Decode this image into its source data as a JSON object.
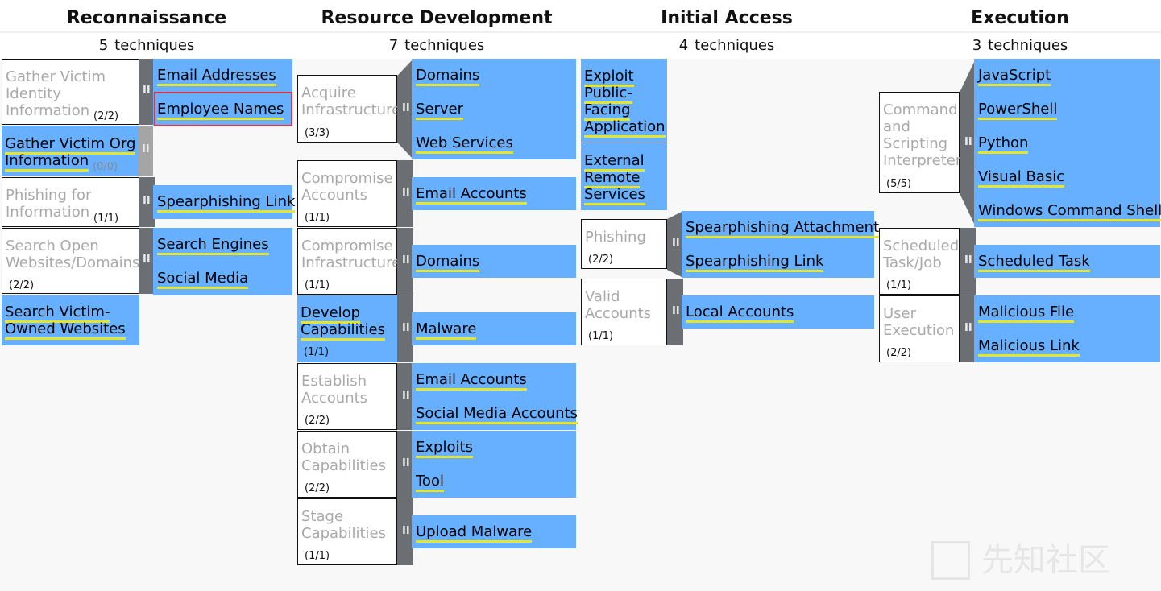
{
  "tactics": [
    {
      "name": "Reconnaissance",
      "count": "5",
      "count_label": "techniques"
    },
    {
      "name": "Resource Development",
      "count": "7",
      "count_label": "techniques"
    },
    {
      "name": "Initial Access",
      "count": "4",
      "count_label": "techniques"
    },
    {
      "name": "Execution",
      "count": "3",
      "count_label": "techniques"
    }
  ],
  "recon": {
    "t1": {
      "name": [
        "Gather Victim",
        "Identity",
        "Information"
      ],
      "ratio": "(2/2)",
      "subs": [
        "Email Addresses",
        "Employee Names"
      ]
    },
    "t2": {
      "name": [
        "Gather Victim Org",
        "Information"
      ],
      "ratio": "(0/0)"
    },
    "t3": {
      "name": [
        "Phishing for",
        "Information"
      ],
      "ratio": "(1/1)",
      "subs": [
        "Spearphishing Link"
      ]
    },
    "t4": {
      "name": [
        "Search Open",
        "Websites/Domains"
      ],
      "ratio": "(2/2)",
      "subs": [
        "Search Engines",
        "Social Media"
      ]
    },
    "t5": {
      "name": [
        "Search Victim-",
        "Owned Websites"
      ]
    }
  },
  "resdev": {
    "t1": {
      "name": [
        "Acquire",
        "Infrastructure"
      ],
      "ratio": "(3/3)",
      "subs": [
        "Domains",
        "Server",
        "Web Services"
      ]
    },
    "t2": {
      "name": [
        "Compromise",
        "Accounts"
      ],
      "ratio": "(1/1)",
      "subs": [
        "Email Accounts"
      ]
    },
    "t3": {
      "name": [
        "Compromise",
        "Infrastructure"
      ],
      "ratio": "(1/1)",
      "subs": [
        "Domains"
      ]
    },
    "t4": {
      "name": [
        "Develop",
        "Capabilities"
      ],
      "ratio": "(1/1)",
      "subs": [
        "Malware"
      ]
    },
    "t5": {
      "name": [
        "Establish",
        "Accounts"
      ],
      "ratio": "(2/2)",
      "subs": [
        "Email Accounts",
        "Social Media Accounts"
      ]
    },
    "t6": {
      "name": [
        "Obtain",
        "Capabilities"
      ],
      "ratio": "(2/2)",
      "subs": [
        "Exploits",
        "Tool"
      ]
    },
    "t7": {
      "name": [
        "Stage",
        "Capabilities"
      ],
      "ratio": "(1/1)",
      "subs": [
        "Upload Malware"
      ]
    }
  },
  "initial": {
    "t1": {
      "name": [
        "Exploit",
        "Public-",
        "Facing",
        "Application"
      ]
    },
    "t2": {
      "name": [
        "External",
        "Remote",
        "Services"
      ]
    },
    "t3": {
      "name": [
        "Phishing"
      ],
      "ratio": "(2/2)",
      "subs": [
        "Spearphishing Attachment",
        "Spearphishing Link"
      ]
    },
    "t4": {
      "name": [
        "Valid",
        "Accounts"
      ],
      "ratio": "(1/1)",
      "subs": [
        "Local Accounts"
      ]
    }
  },
  "exec": {
    "t1": {
      "name": [
        "Command",
        "and",
        "Scripting",
        "Interpreter"
      ],
      "ratio": "(5/5)",
      "subs": [
        "JavaScript",
        "PowerShell",
        "Python",
        "Visual Basic",
        "Windows Command Shell"
      ]
    },
    "t2": {
      "name": [
        "Scheduled",
        "Task/Job"
      ],
      "ratio": "(1/1)",
      "subs": [
        "Scheduled Task"
      ]
    },
    "t3": {
      "name": [
        "User",
        "Execution"
      ],
      "ratio": "(2/2)",
      "subs": [
        "Malicious File",
        "Malicious Link"
      ]
    }
  },
  "handle_glyph": "II",
  "watermark": {
    "text": "先知社区"
  },
  "colors": {
    "technique_blue": "#66b0ff",
    "underline_yellow": "#e5e52a",
    "handle_gray": "#6b6f73",
    "selection_red": "#e0343b"
  }
}
